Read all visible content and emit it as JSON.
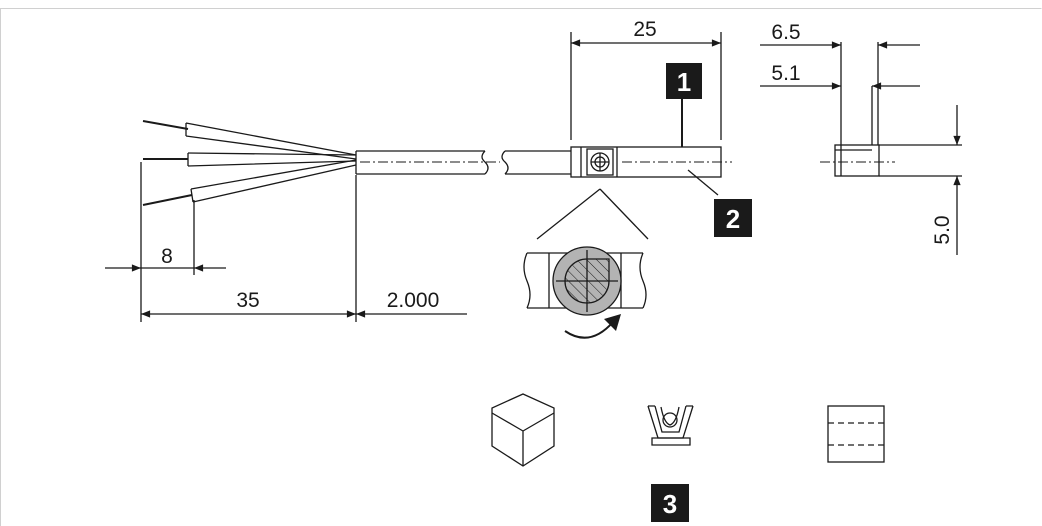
{
  "dimensions": {
    "housing_length": "25",
    "width_outer": "6.5",
    "width_inner": "5.1",
    "height": "5.0",
    "strip_length": "8",
    "wire_length": "35",
    "cable_length": "2.000"
  },
  "callouts": {
    "c1": "1",
    "c2": "2",
    "c3": "3"
  },
  "colors": {
    "line": "#1a1a1a",
    "ring": "#b3b3b3",
    "border": "#d0d0d0"
  }
}
